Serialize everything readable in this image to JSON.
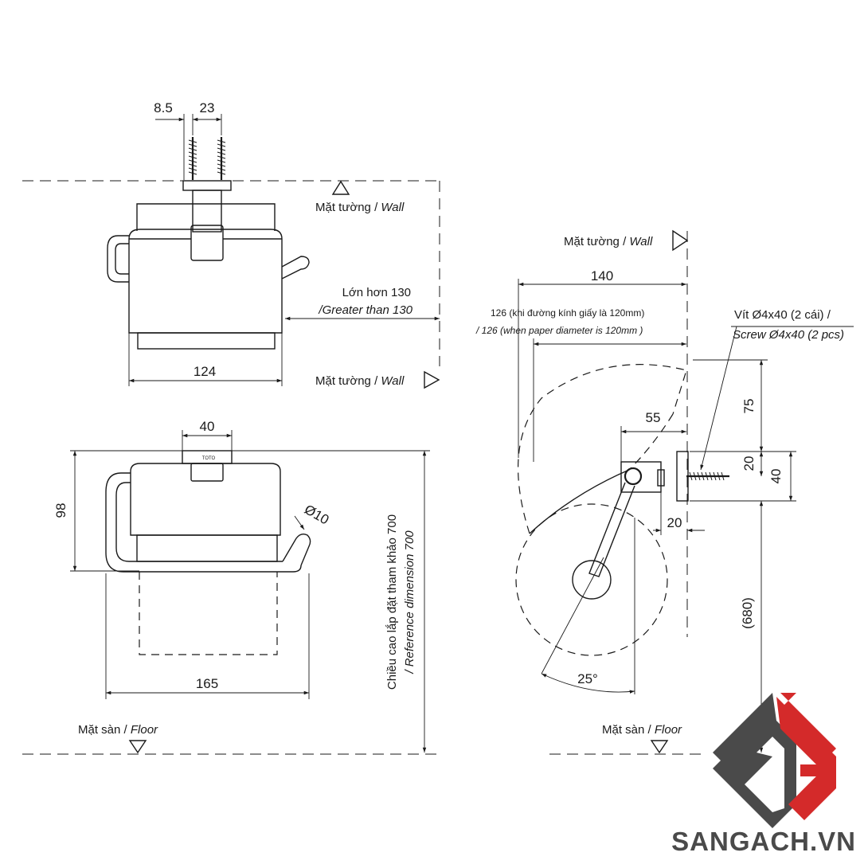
{
  "dimensions": {
    "d_8_5": "8.5",
    "d_23": "23",
    "d_124": "124",
    "d_40_top": "40",
    "d_98": "98",
    "d_165": "165",
    "d_phi10": "Ø10",
    "d_140": "140",
    "d_55": "55",
    "d_75": "75",
    "d_20_vert": "20",
    "d_40_vert": "40",
    "d_20_horiz": "20",
    "d_680": "(680)",
    "d_25deg": "25°"
  },
  "labels": {
    "wall_top_vi": "Mặt tường / ",
    "wall_top_en": "Wall",
    "greater_vi": "Lớn hơn 130",
    "greater_en": "/Greater than 130",
    "wall_bottom_vi": "Mặt tường / ",
    "wall_bottom_en": "Wall",
    "wall_side_vi": "Mặt tường / ",
    "wall_side_en": "Wall",
    "paper_vi": "126 (khi đường kính giấy là 120mm)",
    "paper_en": "/ 126 (when  paper diameter is 120mm )",
    "screw_vi": "Vít Ø4x40 (2 cái) /",
    "screw_en": "Screw Ø4x40 (2 pcs)",
    "ref_height_vi": "Chiều cao lắp đặt tham khảo 700",
    "ref_height_en": "/ Reference dimension 700",
    "floor_left_vi": "Mặt sàn / ",
    "floor_left_en": "Floor",
    "floor_right_vi": "Mặt sàn / ",
    "floor_right_en": "Floor",
    "brand_on_cover": "TOTO"
  },
  "logo": {
    "site": "SANGACH.VN",
    "colors": {
      "dark": "#4a4a4a",
      "red": "#d42a2a"
    }
  }
}
